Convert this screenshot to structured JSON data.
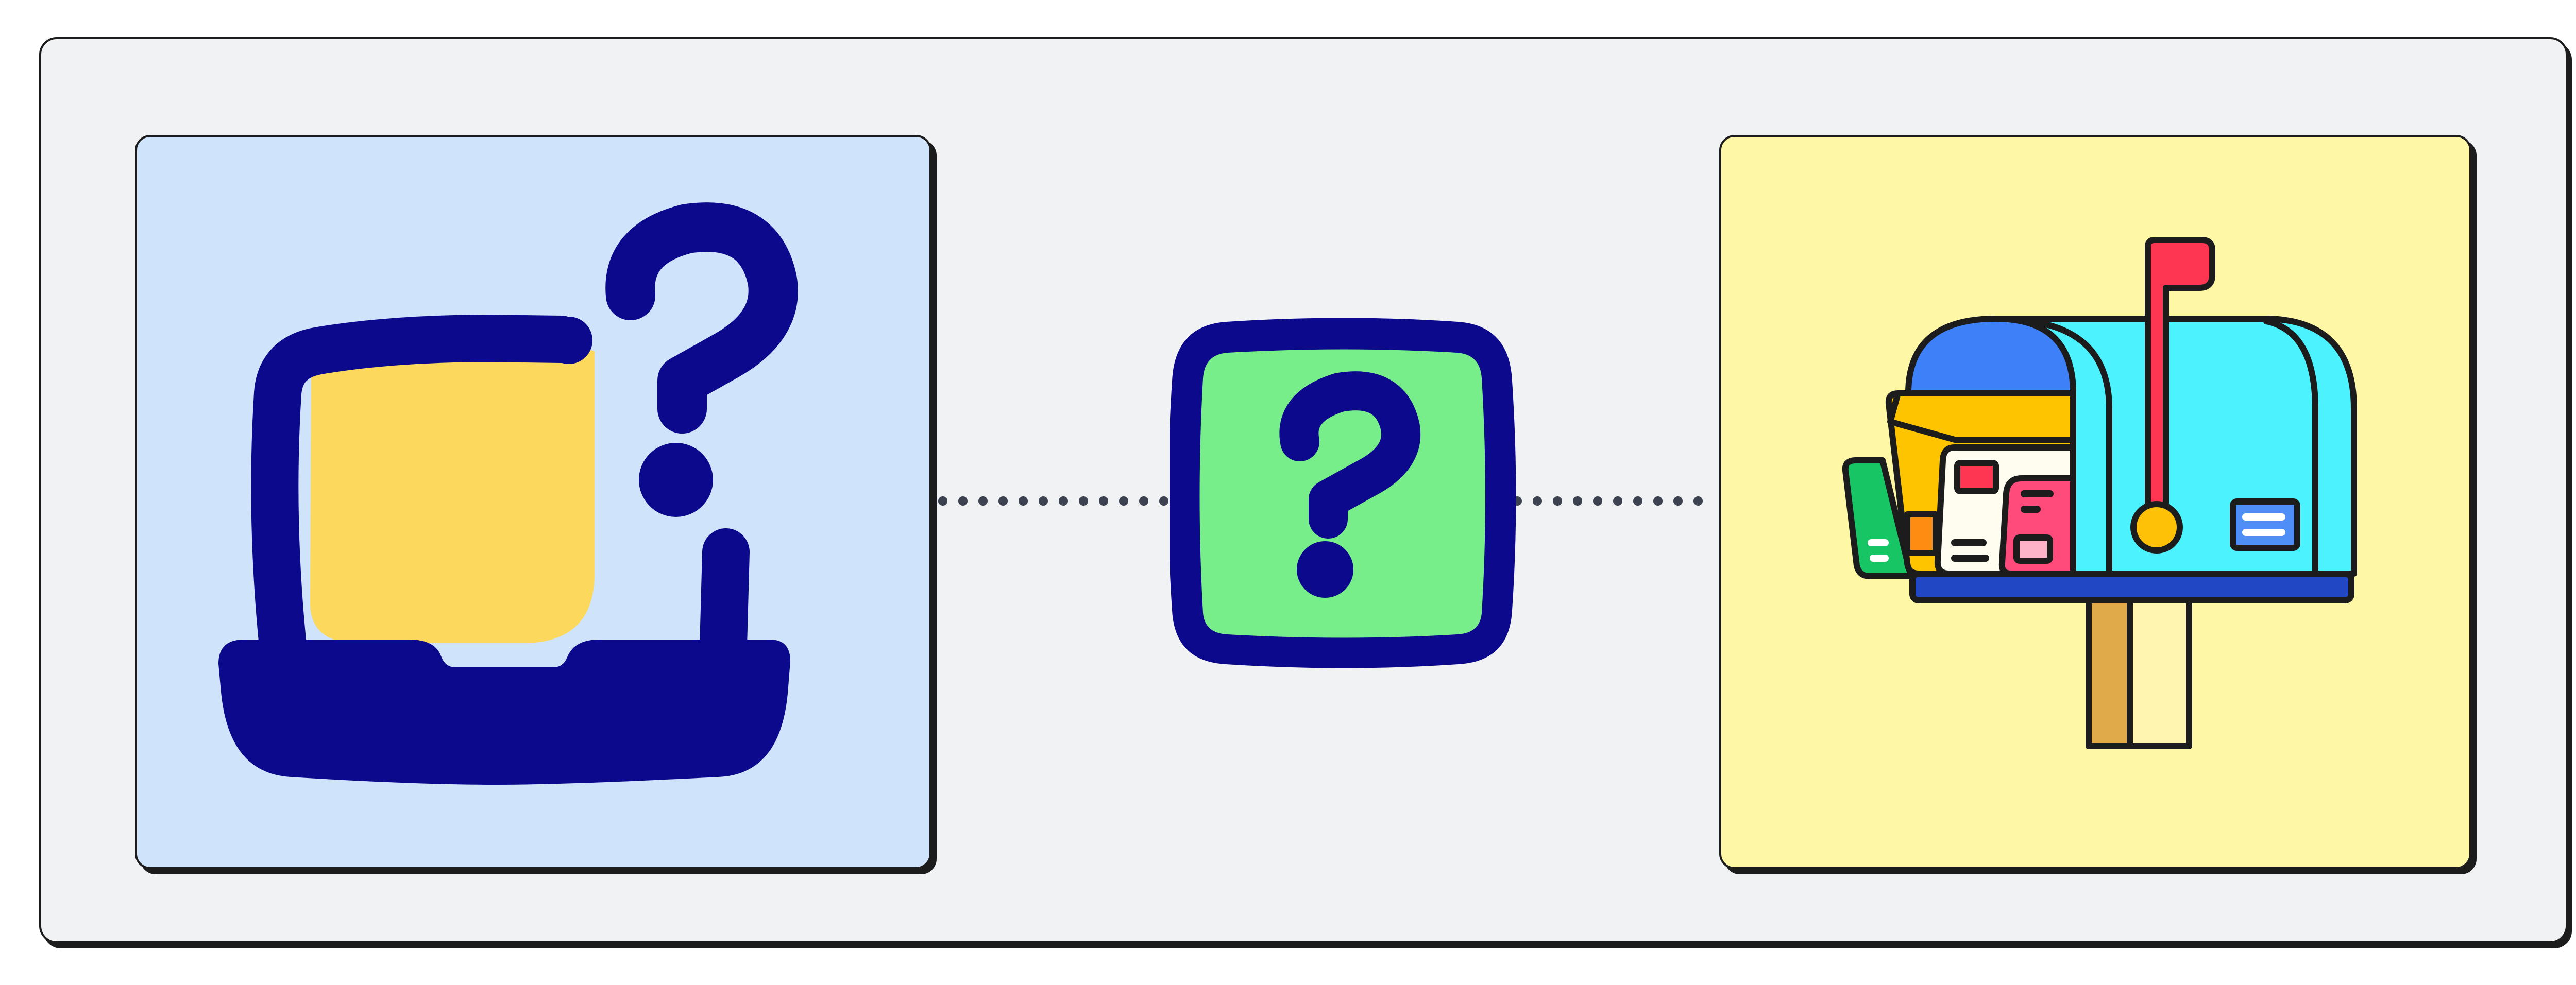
{
  "colors": {
    "canvas": "#f1f2f4",
    "outline": "#1c1c1c",
    "navy": "#0c098c",
    "left_panel": "#cfe3fb",
    "right_panel": "#fef7a6",
    "laptop_screen": "#fcd95c",
    "center_tile": "#78ee8a",
    "connector_dot": "#3d4250",
    "mailbox_body": "#4cf3ff",
    "mailbox_door": "#3e80f7",
    "mailbox_base": "#2147c4",
    "flag": "#ff3652",
    "knob": "#ffc107",
    "letter_yellow": "#ffc400",
    "letter_green": "#18c565",
    "letter_pink": "#ff4b7b",
    "letter_cream": "#fffdf0",
    "post_light": "#fff5b0",
    "post_dark": "#e0a94a",
    "stamp_orange": "#ff8c12",
    "label_blue": "#4f8ef7"
  },
  "nodes": [
    {
      "id": "laptop-question",
      "icon": "laptop-question-icon"
    },
    {
      "id": "unknown",
      "icon": "question-mark-icon"
    },
    {
      "id": "mailbox",
      "icon": "mailbox-icon"
    }
  ],
  "edges": [
    {
      "from": "laptop-question",
      "to": "unknown",
      "style": "dotted"
    },
    {
      "from": "unknown",
      "to": "mailbox",
      "style": "dotted"
    }
  ]
}
